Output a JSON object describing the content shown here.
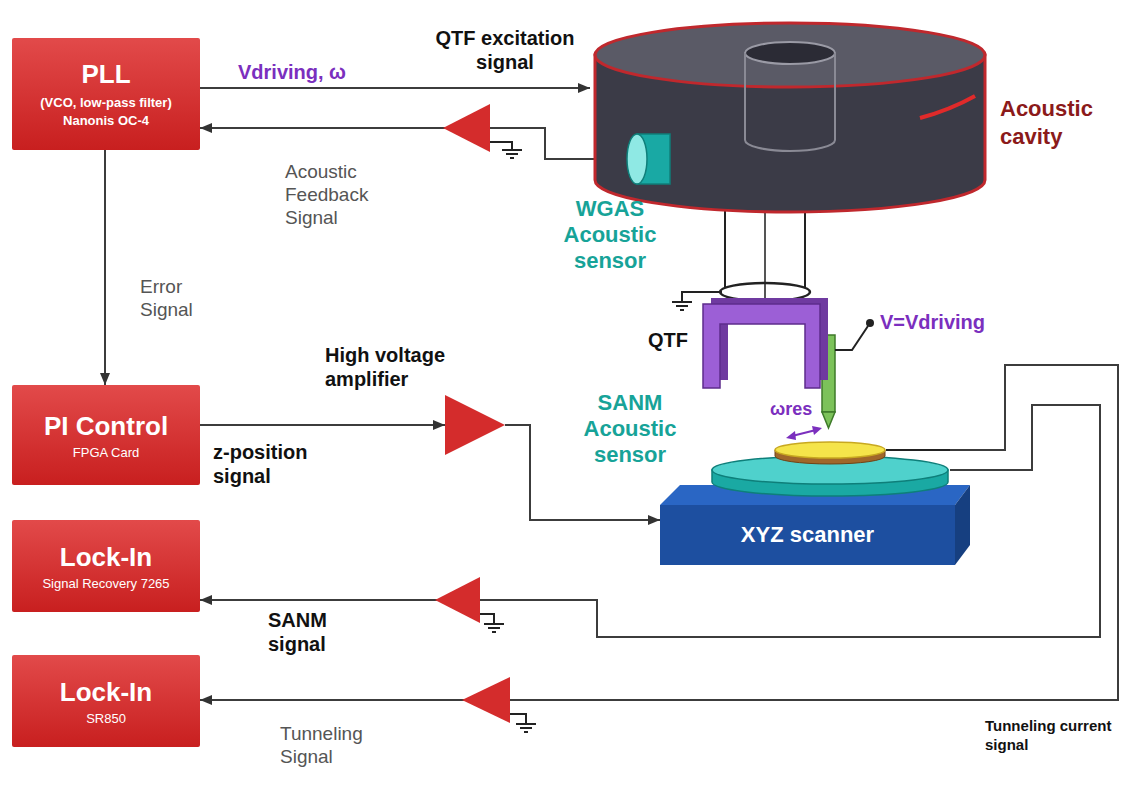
{
  "diagram": {
    "nodes": [
      {
        "text": [
          "PLL",
          "(VCO, low-pass filter) Nanonis OC-4"
        ]
      },
      {
        "text": [
          "Acoustic cavity"
        ]
      },
      {
        "text": [
          "WGAS Acoustic sensor"
        ]
      },
      {
        "text": [
          "QTF"
        ]
      },
      {
        "text": [
          "PI Control",
          "FPGA Card"
        ]
      },
      {
        "text": [
          "High voltage amplifier"
        ]
      },
      {
        "text": [
          "SANM Acoustic sensor"
        ]
      },
      {
        "text": [
          "XYZ scanner"
        ]
      },
      {
        "text": [
          "Lock-In",
          "Signal Recovery 7265"
        ]
      },
      {
        "text": [
          "Lock-In",
          "SR850"
        ]
      }
    ],
    "edges": [
      {
        "from": 0,
        "to": 1,
        "arrow": "to",
        "label": "QTF excitation signal"
      },
      {
        "from": 2,
        "to": 0,
        "arrow": "to",
        "label": "Acoustic Feedback Signal"
      },
      {
        "from": 0,
        "to": 4,
        "arrow": "to",
        "label": "Error Signal"
      },
      {
        "from": 4,
        "to": 5,
        "arrow": "to",
        "label": "z-position signal"
      },
      {
        "from": 5,
        "to": 7,
        "arrow": "to"
      },
      {
        "from": 6,
        "to": 8,
        "arrow": "to",
        "label": "SANM signal"
      },
      {
        "from": 6,
        "to": 9,
        "arrow": "to",
        "label": "Tunneling current signal"
      }
    ],
    "labels": [
      "Vdriving, ω",
      "V=Vdriving",
      "ωres",
      "Tunneling Signal"
    ]
  }
}
